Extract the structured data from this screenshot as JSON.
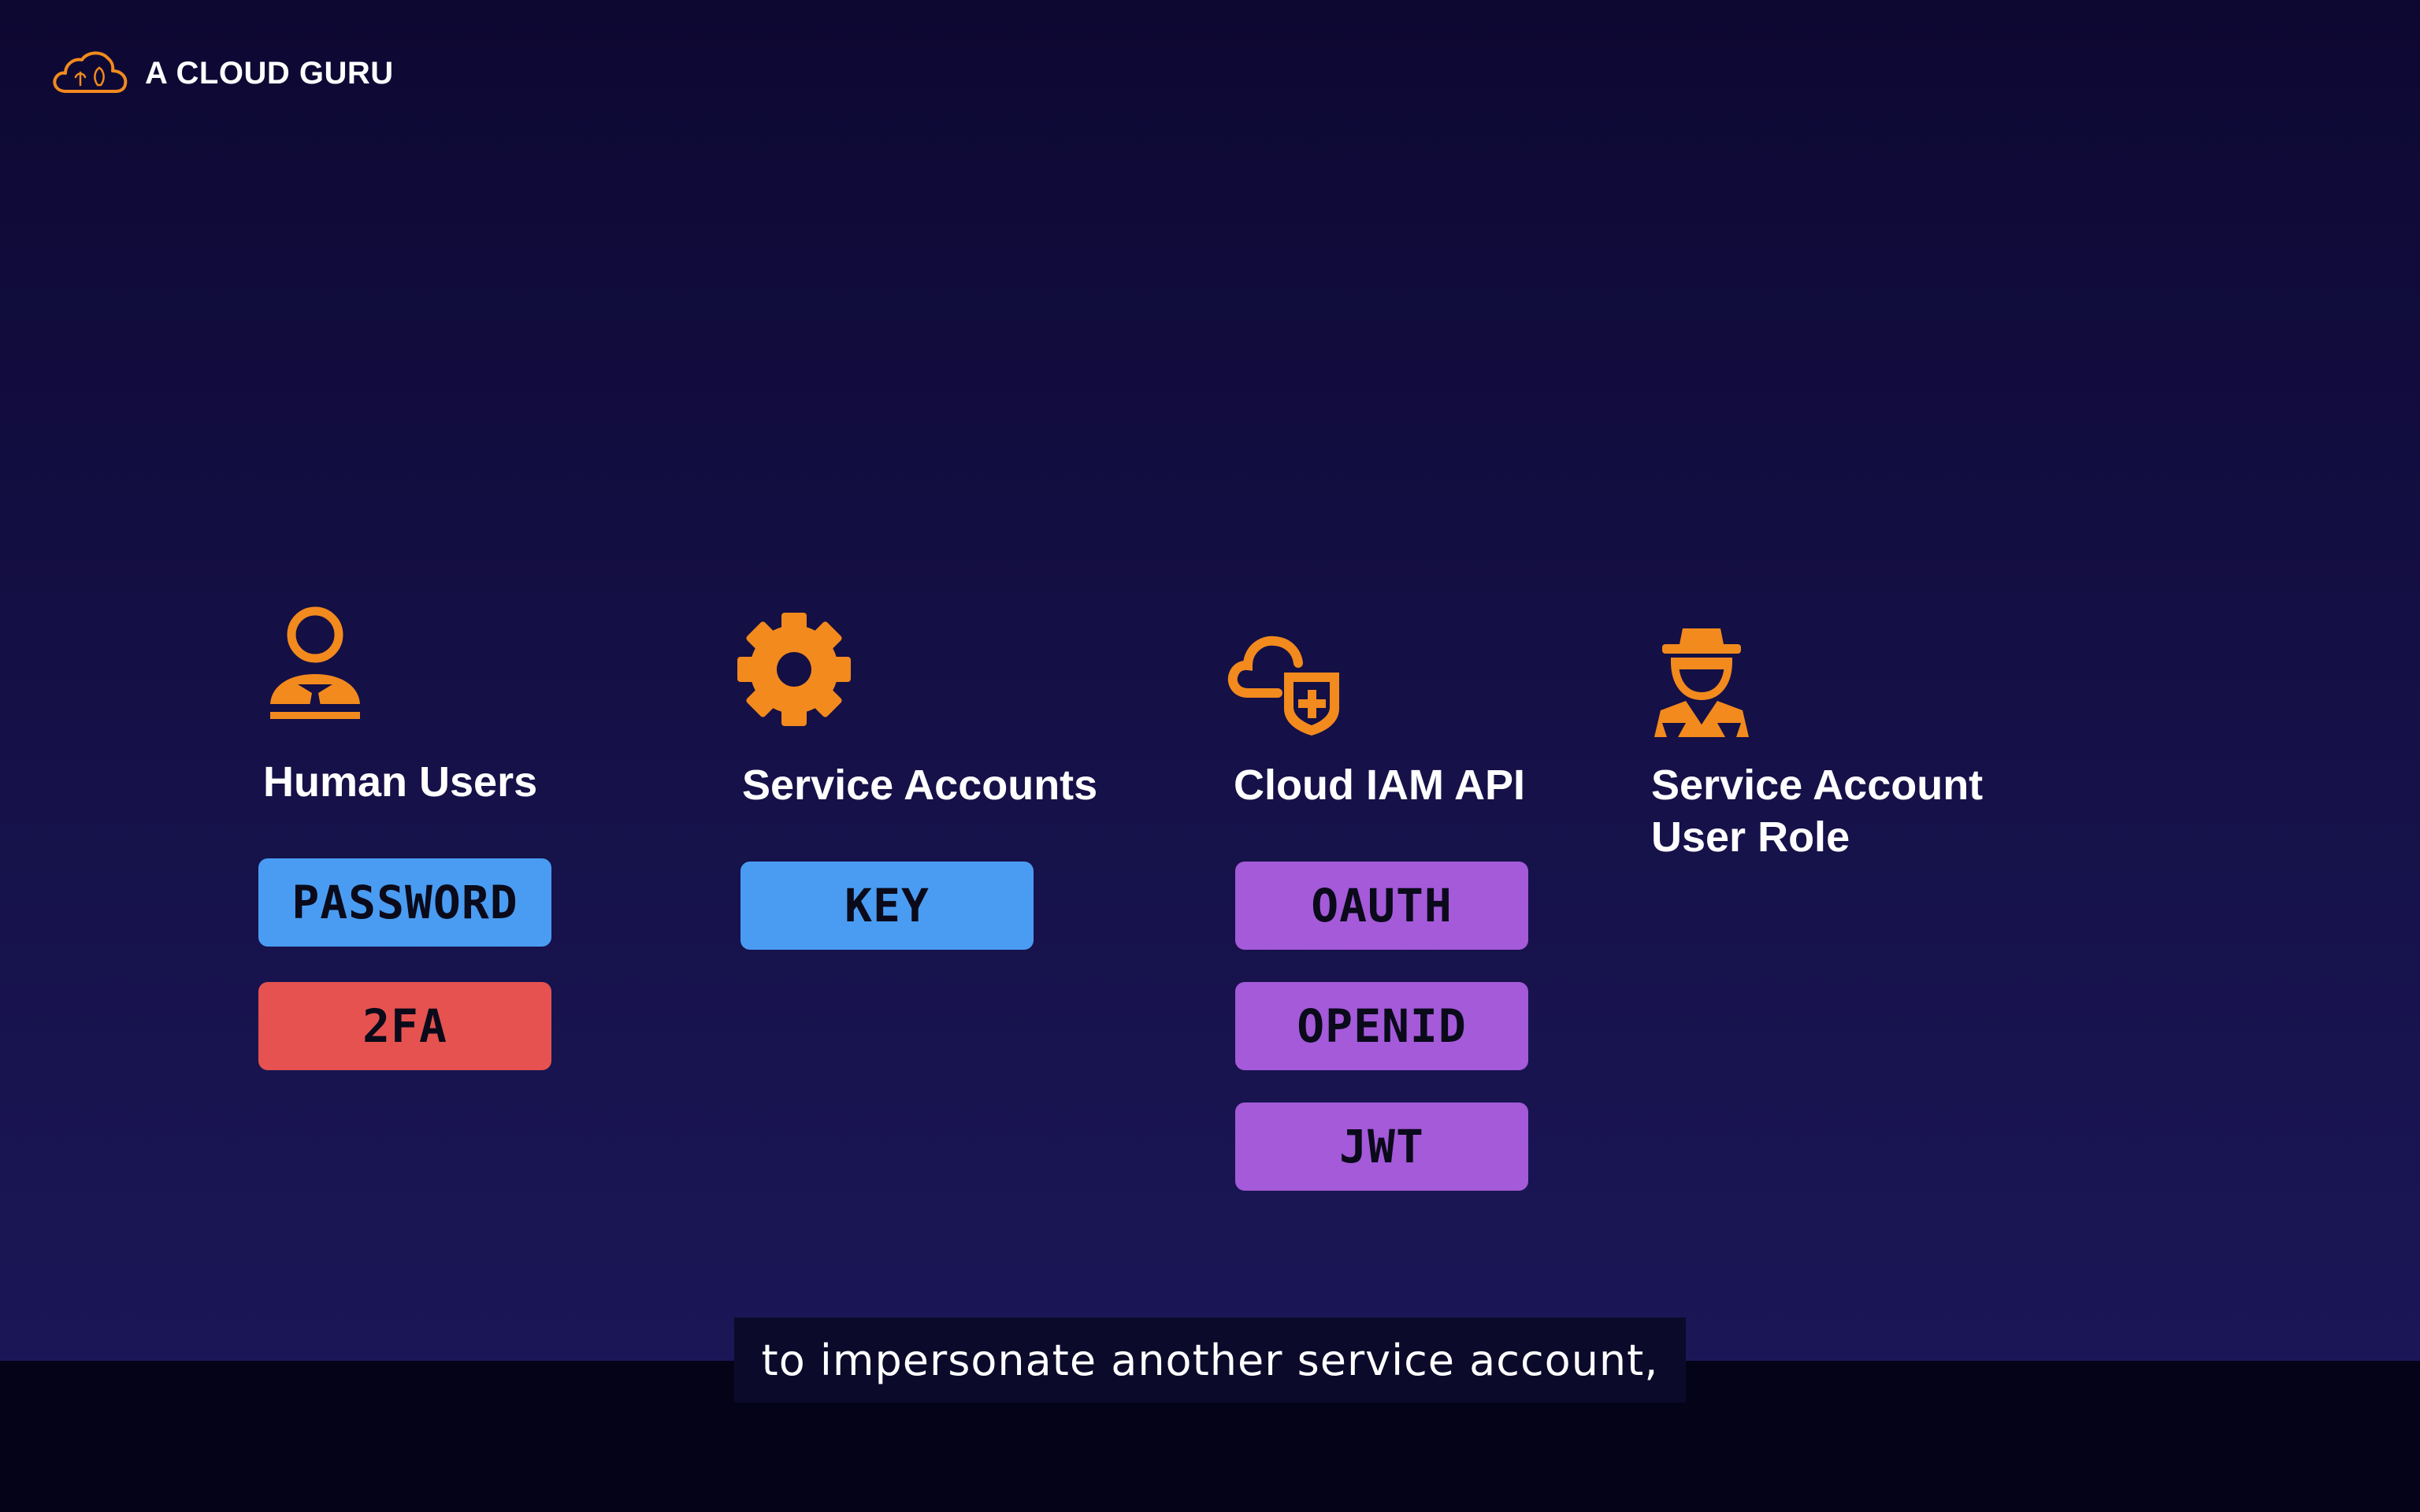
{
  "brand": {
    "logo_icon": "cloud-guru-logo-icon",
    "name": "A CLOUD GURU"
  },
  "colors": {
    "accent_orange": "#f28a1e",
    "pill_blue": "#4a9cf2",
    "pill_red": "#e5524f",
    "pill_purple": "#a45ad9"
  },
  "columns": [
    {
      "icon": "user-icon",
      "title": "Human Users",
      "pills": [
        "PASSWORD",
        "2FA"
      ]
    },
    {
      "icon": "gear-icon",
      "title": "Service Accounts",
      "pills": [
        "KEY"
      ]
    },
    {
      "icon": "cloud-shield-icon",
      "title": "Cloud IAM API",
      "pills": [
        "OAUTH",
        "OPENID",
        "JWT"
      ]
    },
    {
      "icon": "spy-agent-icon",
      "title_line1": "Service Account",
      "title_line2": "User Role",
      "pills": []
    }
  ],
  "caption": "to impersonate another service account,"
}
